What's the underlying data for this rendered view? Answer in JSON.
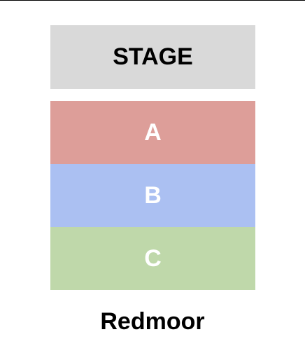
{
  "stage": {
    "label": "STAGE",
    "color": "#d9d9d9"
  },
  "sections": [
    {
      "label": "A",
      "color": "#dd9e99"
    },
    {
      "label": "B",
      "color": "#abc0f2"
    },
    {
      "label": "C",
      "color": "#bfd8aa"
    }
  ],
  "venue": {
    "name": "Redmoor"
  }
}
